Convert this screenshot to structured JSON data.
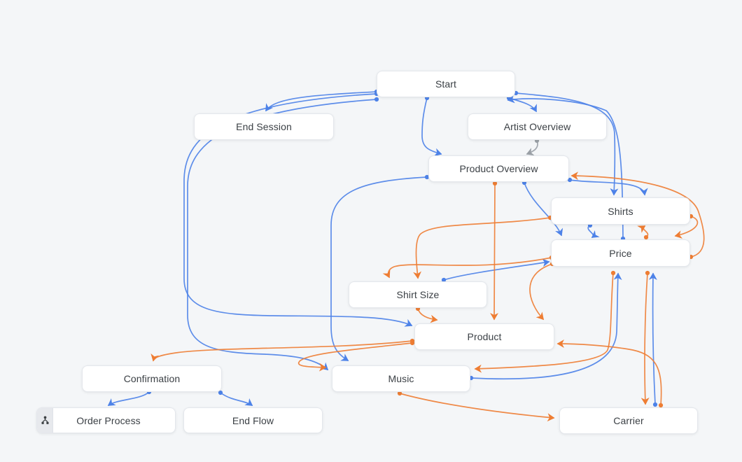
{
  "app": {
    "title": "Conversation Flow Canvas"
  },
  "colors": {
    "blue": "#4d82e8",
    "orange": "#ee7d33",
    "gray": "#9aa0a6",
    "canvas_background": "#f4f6f8",
    "node_background": "#ffffff",
    "node_border": "#e4e7ec",
    "node_text": "#3b4045",
    "icon_slot_background": "#e7e9ed"
  },
  "nodes": [
    {
      "id": "start",
      "label": "Start"
    },
    {
      "id": "end-session",
      "label": "End Session"
    },
    {
      "id": "artist-overview",
      "label": "Artist Overview"
    },
    {
      "id": "product-overview",
      "label": "Product Overview"
    },
    {
      "id": "shirts",
      "label": "Shirts"
    },
    {
      "id": "price",
      "label": "Price"
    },
    {
      "id": "shirt-size",
      "label": "Shirt Size"
    },
    {
      "id": "product",
      "label": "Product"
    },
    {
      "id": "confirmation",
      "label": "Confirmation"
    },
    {
      "id": "music",
      "label": "Music"
    },
    {
      "id": "order-process",
      "label": "Order Process",
      "icon": "subflow-icon"
    },
    {
      "id": "end-flow",
      "label": "End Flow"
    },
    {
      "id": "carrier",
      "label": "Carrier"
    }
  ],
  "edges": [
    {
      "id": "g1",
      "from": "artist-overview",
      "to": "product-overview",
      "color": "gray"
    },
    {
      "id": "b1",
      "from": "start",
      "to": "end-session",
      "color": "blue"
    },
    {
      "id": "b2",
      "from": "start",
      "to": "product",
      "color": "blue"
    },
    {
      "id": "b3",
      "from": "start",
      "to": "music",
      "color": "blue"
    },
    {
      "id": "b4",
      "from": "start",
      "to": "product-overview",
      "color": "blue"
    },
    {
      "id": "b5",
      "from": "start",
      "to": "artist-overview",
      "color": "blue"
    },
    {
      "id": "b6",
      "from": "price",
      "to": "start",
      "color": "blue"
    },
    {
      "id": "b7",
      "from": "start",
      "to": "shirts",
      "color": "blue"
    },
    {
      "id": "b8",
      "from": "product-overview",
      "to": "shirts",
      "color": "blue"
    },
    {
      "id": "b9",
      "from": "shirts",
      "to": "price",
      "color": "blue"
    },
    {
      "id": "b10",
      "from": "product-overview",
      "to": "price",
      "color": "blue"
    },
    {
      "id": "b11",
      "from": "product-overview",
      "to": "music",
      "color": "blue"
    },
    {
      "id": "b12",
      "from": "shirt-size",
      "to": "price",
      "color": "blue"
    },
    {
      "id": "b13",
      "from": "carrier",
      "to": "price",
      "color": "blue"
    },
    {
      "id": "b14",
      "from": "music",
      "to": "price",
      "color": "blue"
    },
    {
      "id": "b15",
      "from": "confirmation",
      "to": "order-process",
      "color": "blue"
    },
    {
      "id": "b16",
      "from": "confirmation",
      "to": "end-flow",
      "color": "blue"
    },
    {
      "id": "o1",
      "from": "price",
      "to": "shirts",
      "color": "orange"
    },
    {
      "id": "o2",
      "from": "shirts",
      "to": "shirt-size",
      "color": "orange"
    },
    {
      "id": "o3",
      "from": "price",
      "to": "shirt-size",
      "color": "orange"
    },
    {
      "id": "o4",
      "from": "product-overview",
      "to": "product",
      "color": "orange"
    },
    {
      "id": "o5",
      "from": "shirt-size",
      "to": "product",
      "color": "orange"
    },
    {
      "id": "o6",
      "from": "carrier",
      "to": "product",
      "color": "orange"
    },
    {
      "id": "o7",
      "from": "price",
      "to": "music",
      "color": "orange"
    },
    {
      "id": "o8",
      "from": "price",
      "to": "carrier",
      "color": "orange"
    },
    {
      "id": "o9",
      "from": "music",
      "to": "carrier",
      "color": "orange"
    },
    {
      "id": "o10",
      "from": "product",
      "to": "confirmation",
      "color": "orange"
    },
    {
      "id": "o11",
      "from": "product",
      "to": "music",
      "color": "orange"
    },
    {
      "id": "o12",
      "from": "price",
      "to": "product-overview",
      "color": "orange"
    },
    {
      "id": "o14",
      "from": "shirts",
      "to": "price",
      "color": "orange"
    },
    {
      "id": "o15",
      "from": "price",
      "to": "product",
      "color": "orange"
    }
  ]
}
